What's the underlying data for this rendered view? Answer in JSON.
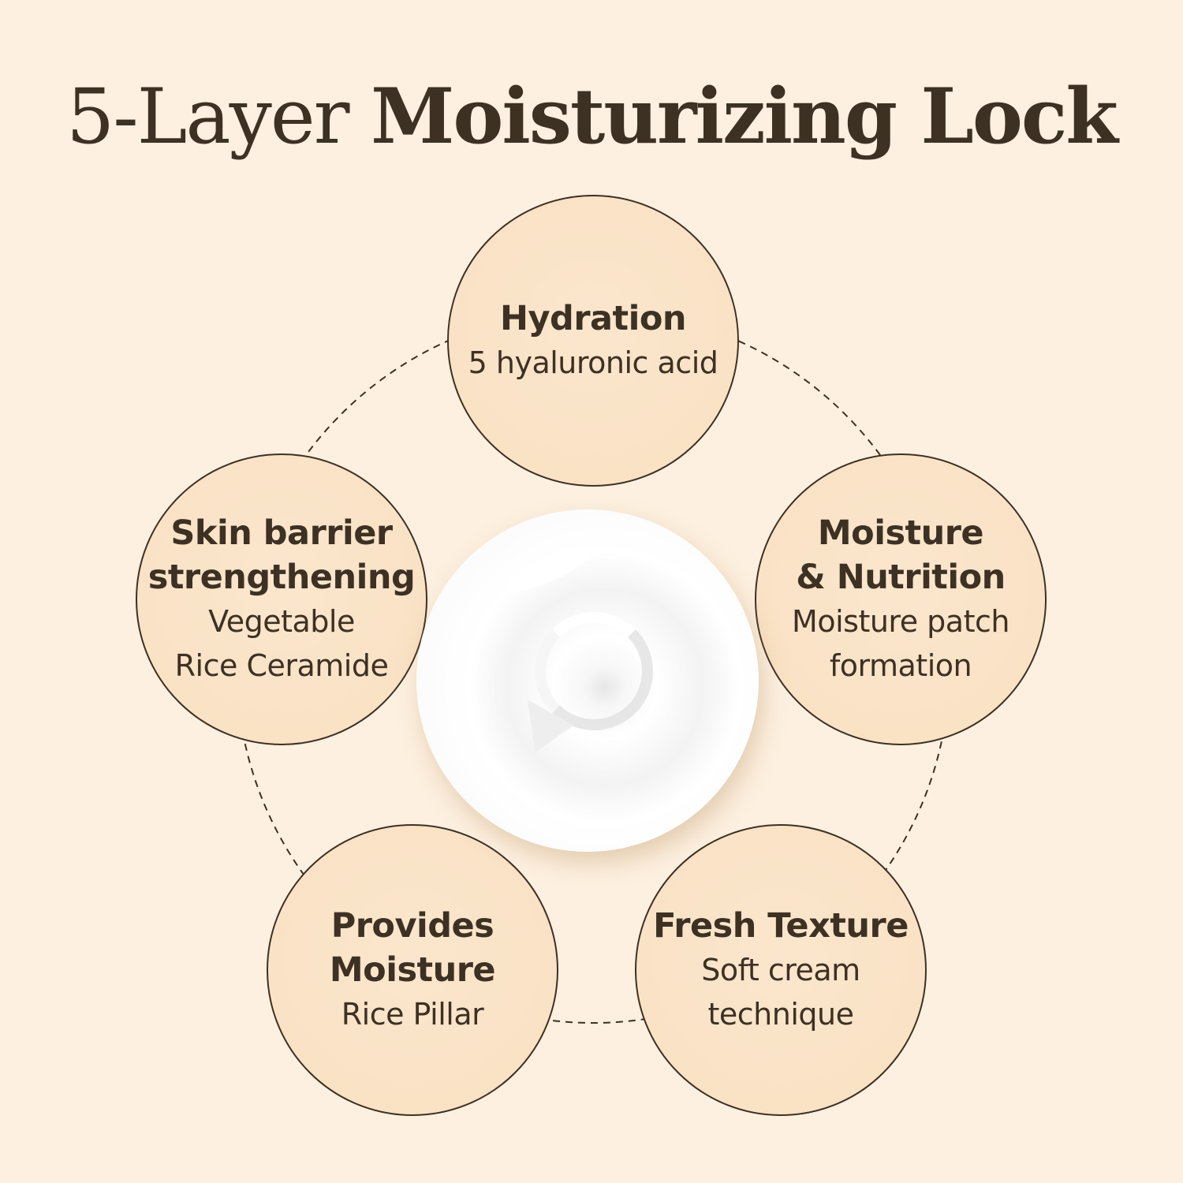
{
  "title": {
    "light": "5-Layer",
    "bold": "Moisturizing Lock"
  },
  "colors": {
    "background": "#fdf0e0",
    "circle_fill": "#fae2c5",
    "text": "#3d3124",
    "outline": "#3d3124"
  },
  "center_image": {
    "icon": "cream-swirl-icon",
    "description": "White cream swirl"
  },
  "features": [
    {
      "heading": "Hydration",
      "detail": "5 hyaluronic acid"
    },
    {
      "heading": "Moisture\n& Nutrition",
      "detail": "Moisture patch\nformation"
    },
    {
      "heading": "Fresh Texture",
      "detail": "Soft cream\ntechnique"
    },
    {
      "heading": "Provides\nMoisture",
      "detail": "Rice Pillar"
    },
    {
      "heading": "Skin barrier\nstrengthening",
      "detail": "Vegetable\nRice Ceramide"
    }
  ]
}
